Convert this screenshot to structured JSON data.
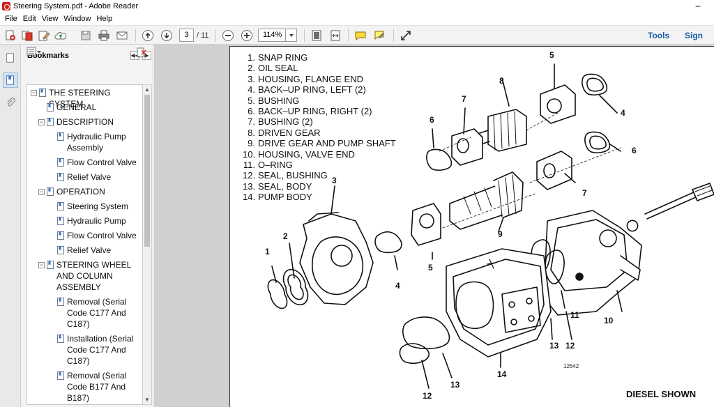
{
  "window": {
    "title": "Steering System.pdf - Adobe Reader",
    "minimize_glyph": "–"
  },
  "menu": [
    "File",
    "Edit",
    "View",
    "Window",
    "Help"
  ],
  "toolbar": {
    "page_current": "3",
    "page_total": "/ 11",
    "zoom": "114%",
    "tools_label": "Tools",
    "sign_label": "Sign"
  },
  "bookmarks": {
    "title": "Bookmarks",
    "items": [
      {
        "label": "THE STEERING SYSTEM",
        "level": 0,
        "expand": "⊟",
        "lines": [
          "THE STEERING SYSTEM"
        ]
      },
      {
        "label": "GENERAL",
        "level": 1,
        "expand": "",
        "lines": [
          "GENERAL"
        ]
      },
      {
        "label": "DESCRIPTION",
        "level": 1,
        "expand": "⊟",
        "lines": [
          "DESCRIPTION"
        ]
      },
      {
        "label": "Hydraulic Pump Assembly",
        "level": 2,
        "expand": "",
        "lines": [
          "Hydraulic Pump",
          "Assembly"
        ]
      },
      {
        "label": "Flow Control Valve",
        "level": 2,
        "expand": "",
        "lines": [
          "Flow Control Valve"
        ]
      },
      {
        "label": "Relief Valve",
        "level": 2,
        "expand": "",
        "lines": [
          "Relief Valve"
        ]
      },
      {
        "label": "OPERATION",
        "level": 1,
        "expand": "⊟",
        "lines": [
          "OPERATION"
        ]
      },
      {
        "label": "Steering System",
        "level": 2,
        "expand": "",
        "lines": [
          "Steering System"
        ]
      },
      {
        "label": "Hydraulic Pump",
        "level": 2,
        "expand": "",
        "lines": [
          "Hydraulic Pump"
        ]
      },
      {
        "label": "Flow Control Valve",
        "level": 2,
        "expand": "",
        "lines": [
          "Flow Control Valve"
        ]
      },
      {
        "label": "Relief Valve",
        "level": 2,
        "expand": "",
        "lines": [
          "Relief Valve"
        ]
      },
      {
        "label": "STEERING WHEEL AND COLUMN ASSEMBLY",
        "level": 1,
        "expand": "⊟",
        "lines": [
          "STEERING WHEEL",
          "AND COLUMN",
          "ASSEMBLY"
        ]
      },
      {
        "label": "Removal (Serial Code C177 And C187)",
        "level": 2,
        "expand": "",
        "lines": [
          "Removal (Serial",
          "Code C177 And",
          "C187)"
        ]
      },
      {
        "label": "Installation (Serial Code C177 And C187)",
        "level": 2,
        "expand": "",
        "lines": [
          "Installation (Serial",
          "Code C177 And",
          "C187)"
        ]
      },
      {
        "label": "Removal (Serial Code B177 And B187)",
        "level": 2,
        "expand": "",
        "lines": [
          "Removal (Serial",
          "Code B177 And",
          "B187)"
        ]
      }
    ]
  },
  "document": {
    "parts": [
      {
        "num": "1.",
        "name": "SNAP RING"
      },
      {
        "num": "2.",
        "name": "OIL SEAL"
      },
      {
        "num": "3.",
        "name": "HOUSING, FLANGE END"
      },
      {
        "num": "4.",
        "name": "BACK–UP RING, LEFT (2)"
      },
      {
        "num": "5.",
        "name": "BUSHING"
      },
      {
        "num": "6.",
        "name": "BACK–UP RING, RIGHT (2)"
      },
      {
        "num": "7.",
        "name": "BUSHING (2)"
      },
      {
        "num": "8.",
        "name": "DRIVEN GEAR"
      },
      {
        "num": "9.",
        "name": "DRIVE GEAR AND PUMP SHAFT"
      },
      {
        "num": "10.",
        "name": "HOUSING, VALVE END"
      },
      {
        "num": "11.",
        "name": "O–RING"
      },
      {
        "num": "12.",
        "name": "SEAL, BUSHING"
      },
      {
        "num": "13.",
        "name": "SEAL, BODY"
      },
      {
        "num": "14.",
        "name": "PUMP BODY"
      }
    ],
    "callouts": [
      "1",
      "2",
      "3",
      "4",
      "5",
      "6",
      "7",
      "8",
      "9",
      "10",
      "11",
      "12",
      "13",
      "14",
      "5",
      "6",
      "7",
      "4",
      "12",
      "13"
    ],
    "figure_number": "12642",
    "caption": "DIESEL SHOWN"
  }
}
